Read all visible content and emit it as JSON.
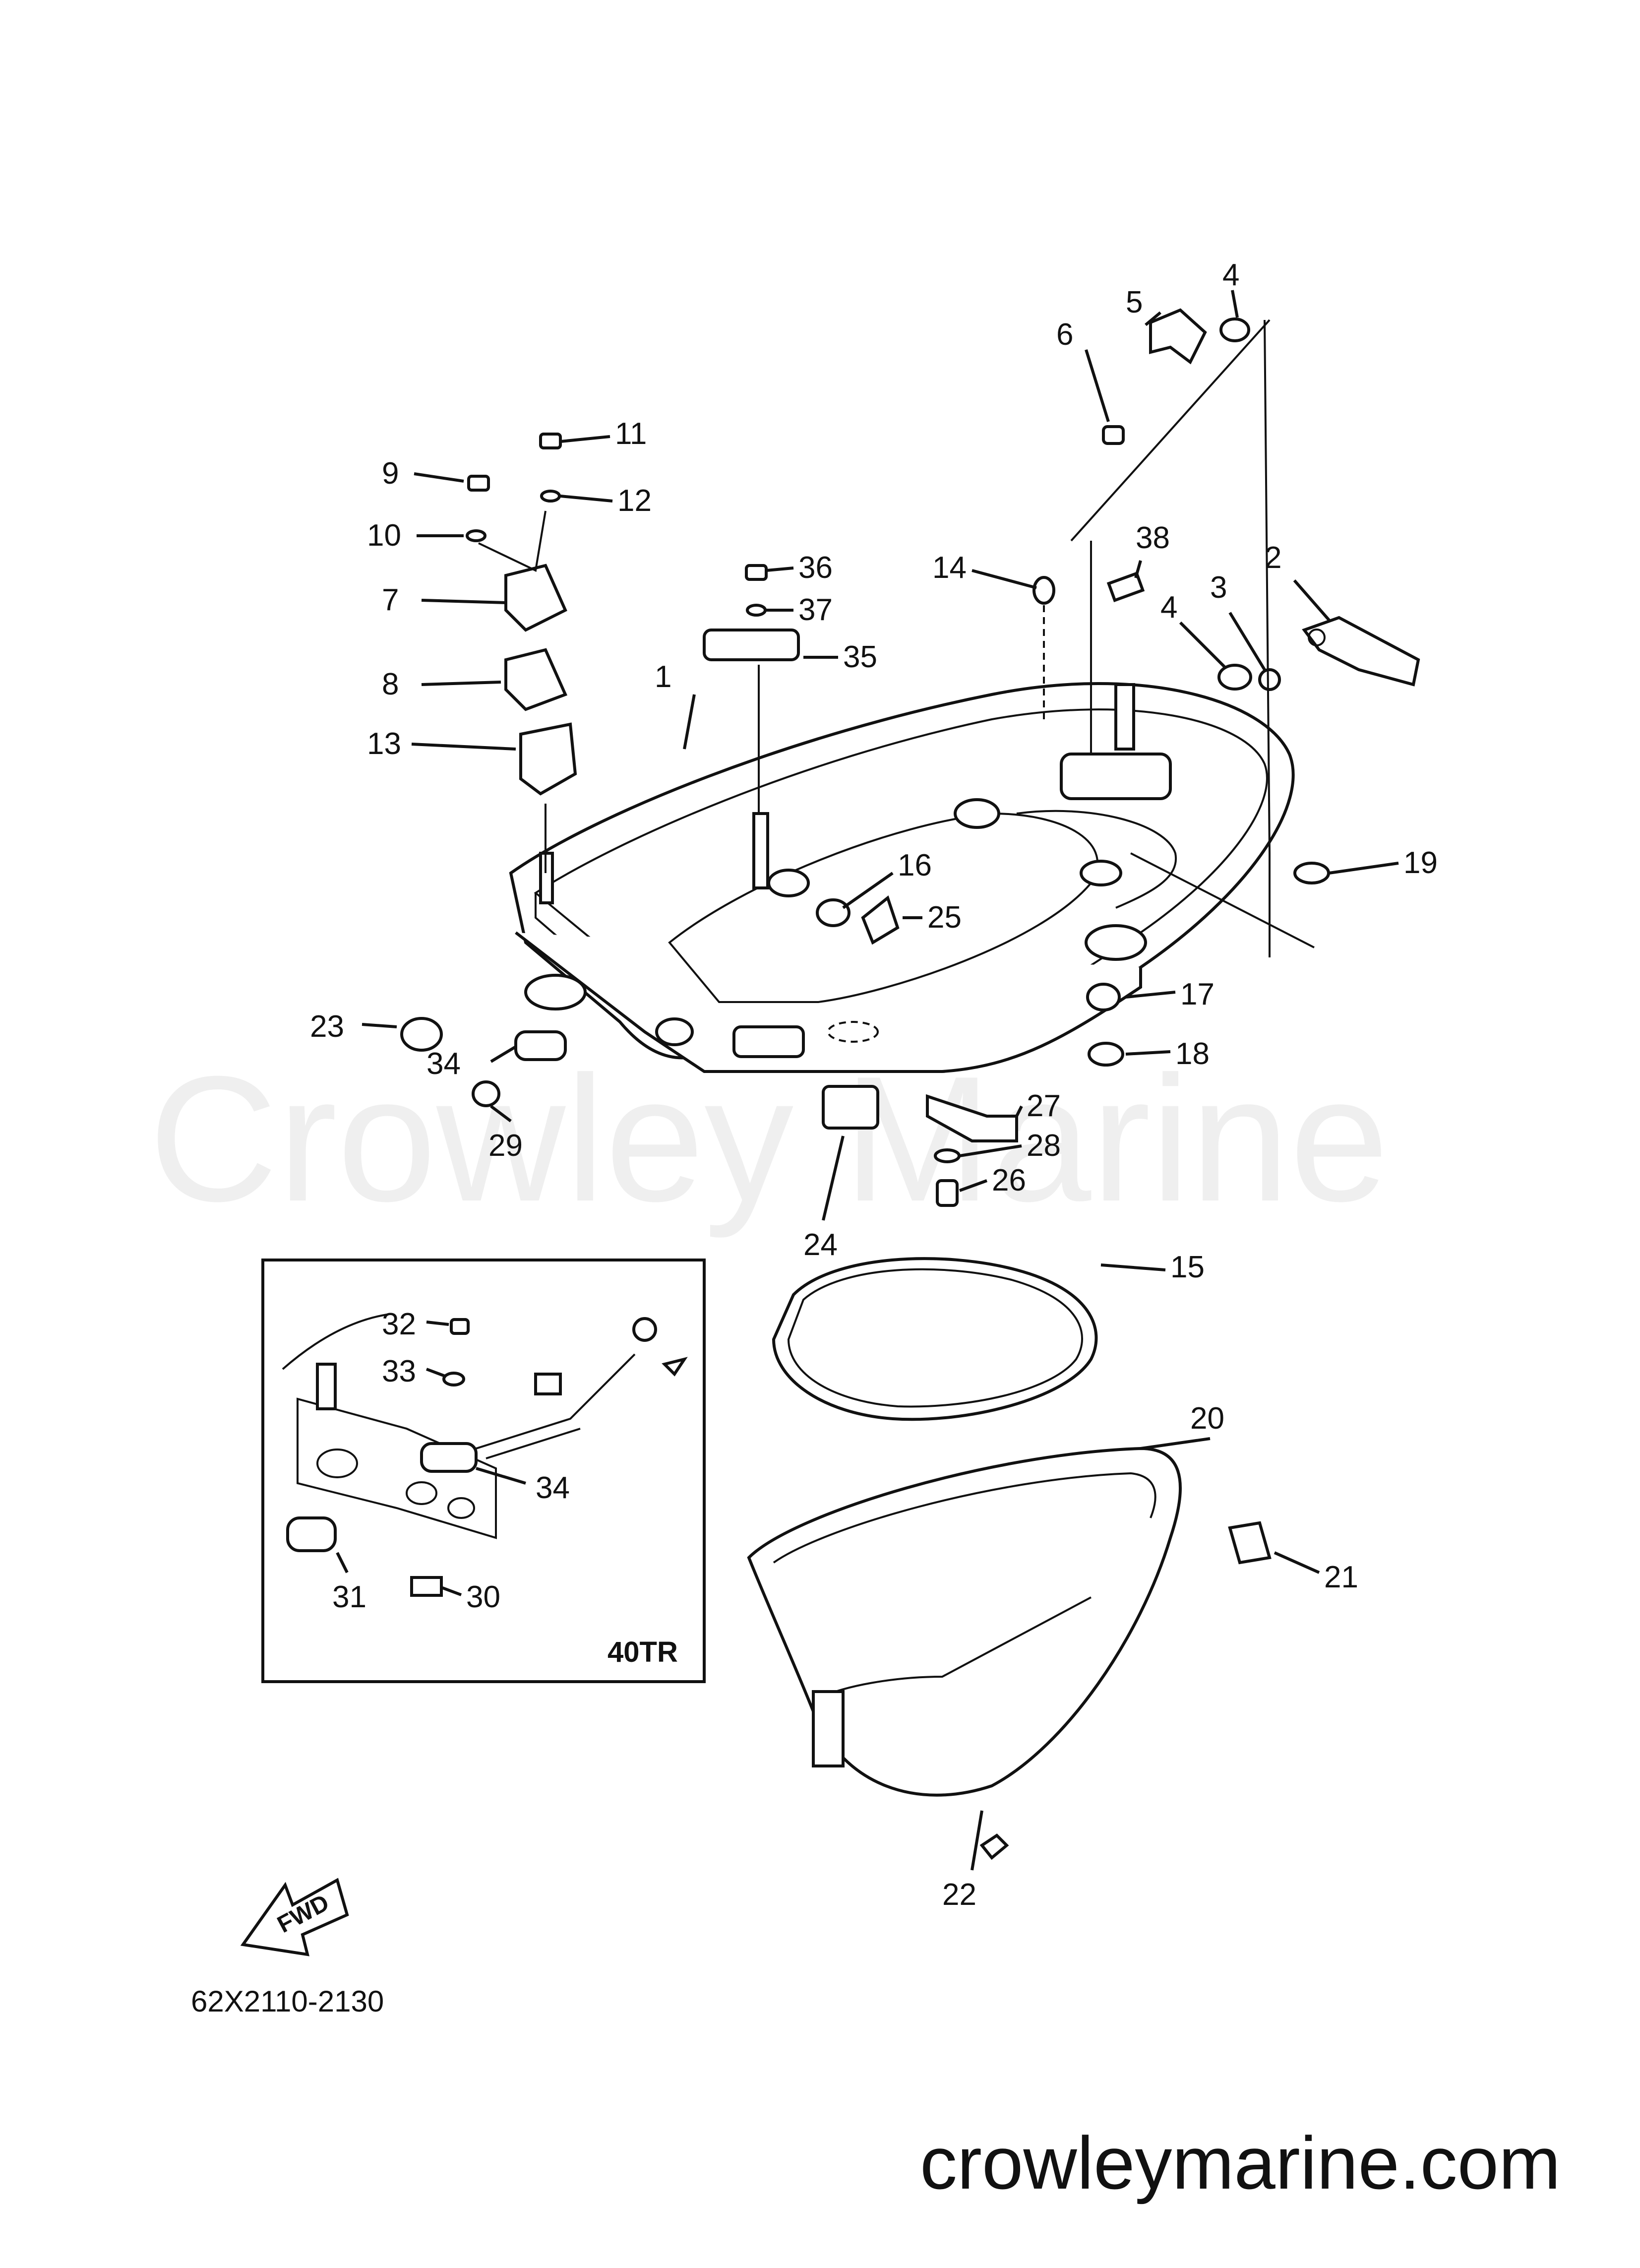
{
  "watermark": "Crowley Marine",
  "website": "crowleymarine.com",
  "diagram_code": "62X2110-2130",
  "fwd_label": "FWD",
  "inset_label": "40TR",
  "callouts": [
    "1",
    "2",
    "3",
    "4",
    "4",
    "5",
    "6",
    "7",
    "8",
    "9",
    "10",
    "11",
    "12",
    "13",
    "14",
    "15",
    "16",
    "17",
    "18",
    "19",
    "20",
    "21",
    "22",
    "23",
    "24",
    "25",
    "26",
    "27",
    "28",
    "29",
    "30",
    "31",
    "32",
    "33",
    "34",
    "34",
    "35",
    "36",
    "37",
    "38"
  ]
}
